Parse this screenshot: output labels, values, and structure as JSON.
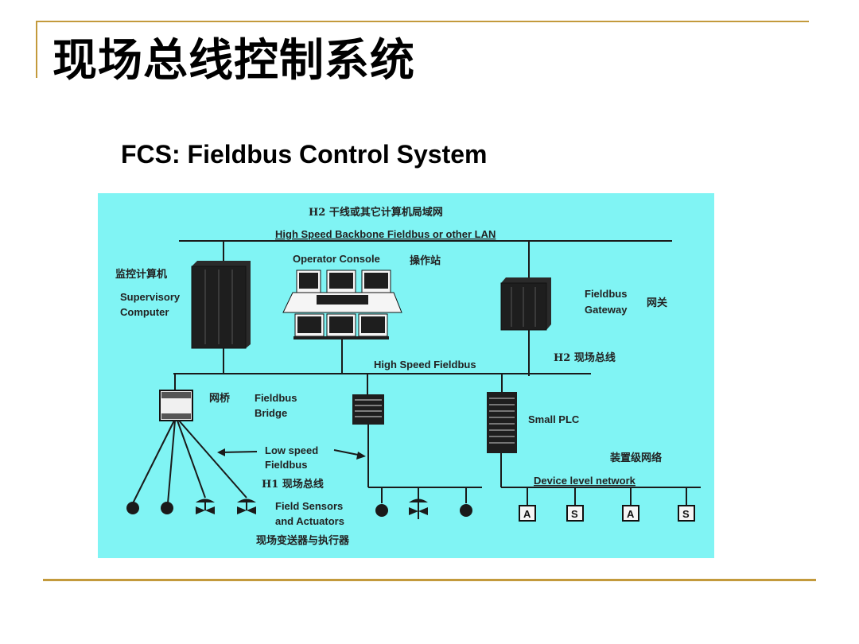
{
  "slide": {
    "title": "现场总线控制系统",
    "subtitle": "FCS: Fieldbus Control System"
  },
  "diagram": {
    "top_bus_cn": "H2 干线或其它计算机局域网",
    "top_bus_en": "High Speed  Backbone Fieldbus or other LAN",
    "supervisory_cn": "监控计算机",
    "supervisory_en_1": "Supervisory",
    "supervisory_en_2": "Computer",
    "operator_console_en": "Operator Console",
    "operator_console_cn": "操作站",
    "gateway_en_1": "Fieldbus",
    "gateway_en_2": "Gateway",
    "gateway_cn": "网关",
    "h2_fieldbus_cn": "H2 现场总线",
    "high_speed_fieldbus": "High Speed Fieldbus",
    "bridge_cn": "网桥",
    "bridge_en_1": "Fieldbus",
    "bridge_en_2": "Bridge",
    "small_plc": "Small PLC",
    "low_speed_1": "Low speed",
    "low_speed_2": "Fieldbus",
    "h1_fieldbus_cn": "H1 现场总线",
    "field_devices_en_1": "Field Sensors",
    "field_devices_en_2": "and Actuators",
    "field_devices_cn": "现场变送器与执行器",
    "device_net_cn": "装置级网络",
    "device_net_en": "Device level network",
    "device_nodes": [
      "A",
      "S",
      "A",
      "S"
    ]
  },
  "colors": {
    "frame": "#c39a3c",
    "panel": "#80f4f4"
  }
}
